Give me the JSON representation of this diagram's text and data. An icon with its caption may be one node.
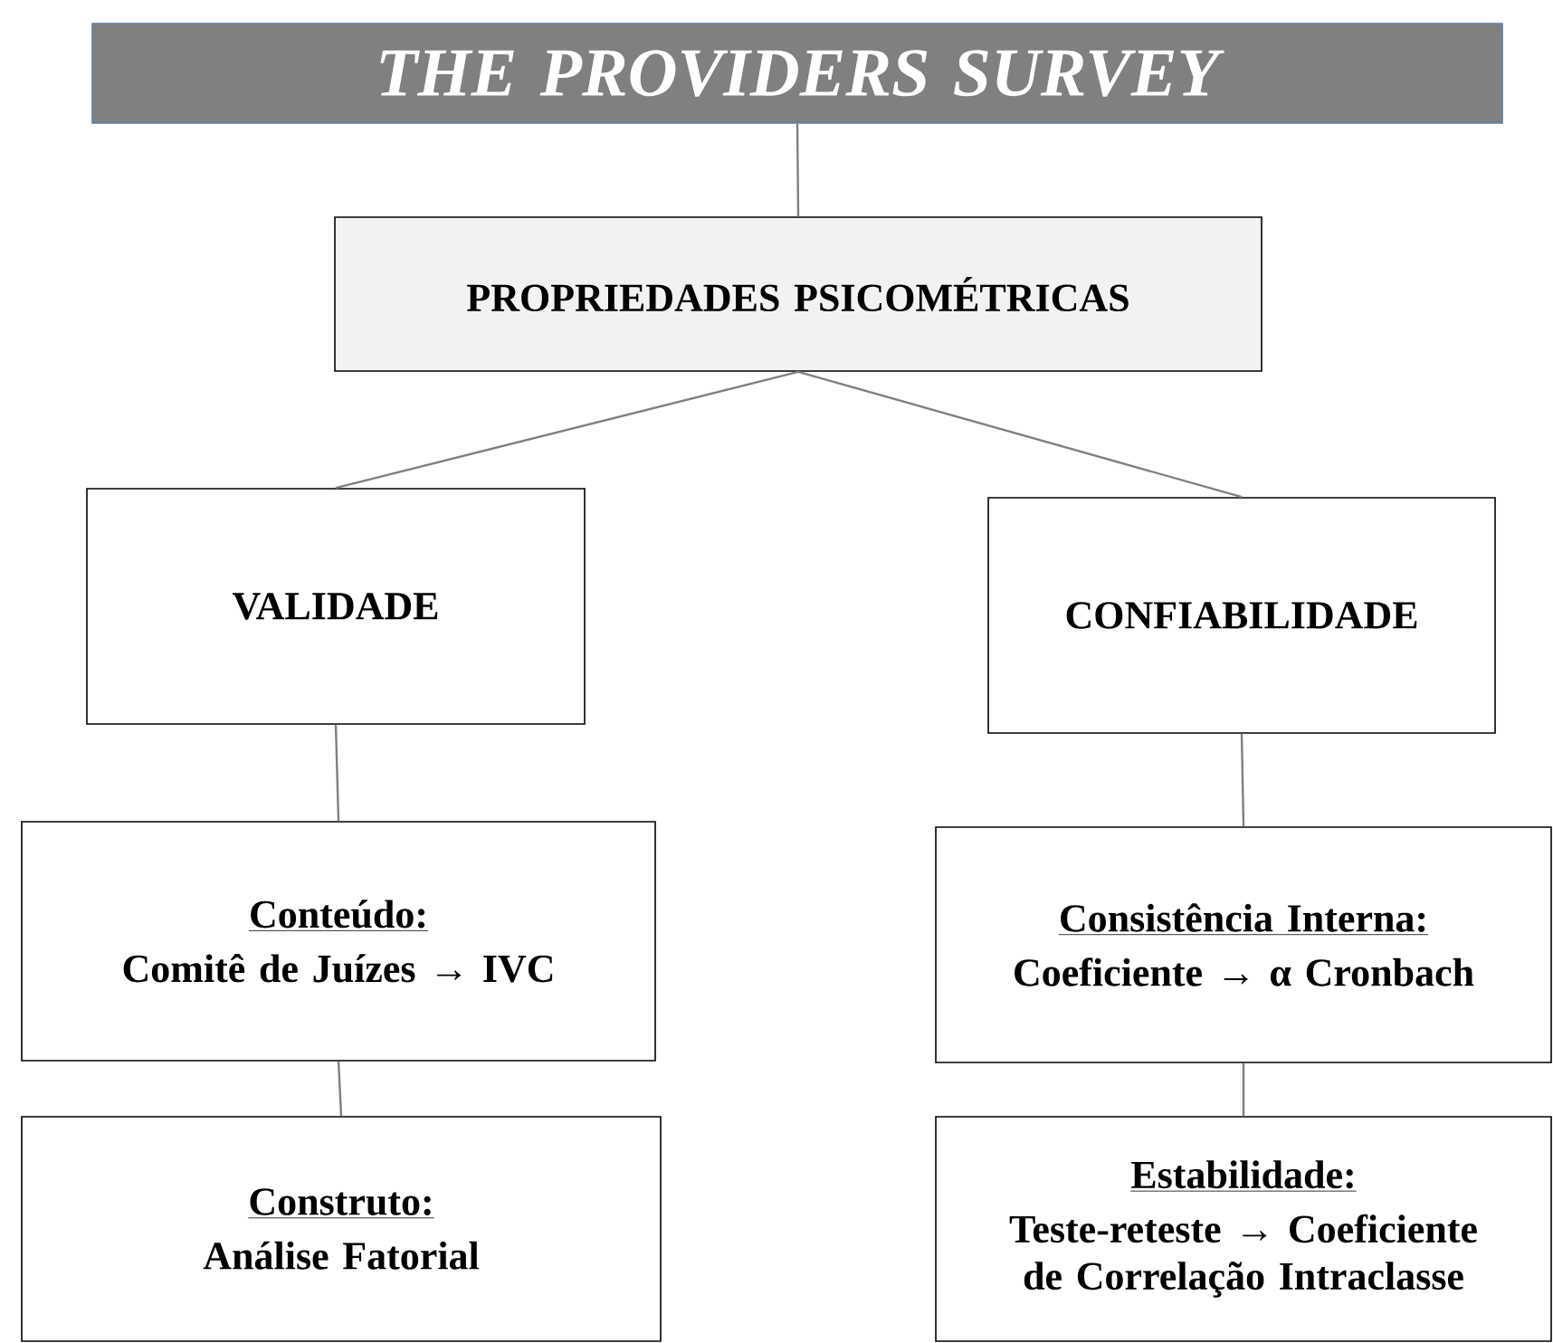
{
  "diagram": {
    "nodes": [
      {
        "text": [
          "THE PROVIDERS SURVEY"
        ]
      },
      {
        "text": [
          "PROPRIEDADES PSICOMÉTRICAS"
        ]
      },
      {
        "text": [
          "VALIDADE"
        ]
      },
      {
        "text": [
          "CONFIABILIDADE"
        ]
      },
      {
        "text": [
          "Conteúdo:",
          "Comitê de Juízes → IVC"
        ]
      },
      {
        "text": [
          "Consistência Interna:",
          "Coeficiente → α Cronbach"
        ]
      },
      {
        "text": [
          "Construto:",
          "Análise Fatorial"
        ]
      },
      {
        "text": [
          "Estabilidade:",
          "Teste-reteste → Coeficiente de Correlação Intraclasse"
        ]
      }
    ],
    "edges": [
      {
        "from": 0,
        "to": 1,
        "arrow": "none"
      },
      {
        "from": 1,
        "to": 2,
        "arrow": "none"
      },
      {
        "from": 1,
        "to": 3,
        "arrow": "none"
      },
      {
        "from": 2,
        "to": 4,
        "arrow": "none"
      },
      {
        "from": 4,
        "to": 6,
        "arrow": "none"
      },
      {
        "from": 3,
        "to": 5,
        "arrow": "none"
      },
      {
        "from": 5,
        "to": 7,
        "arrow": "none"
      }
    ]
  }
}
